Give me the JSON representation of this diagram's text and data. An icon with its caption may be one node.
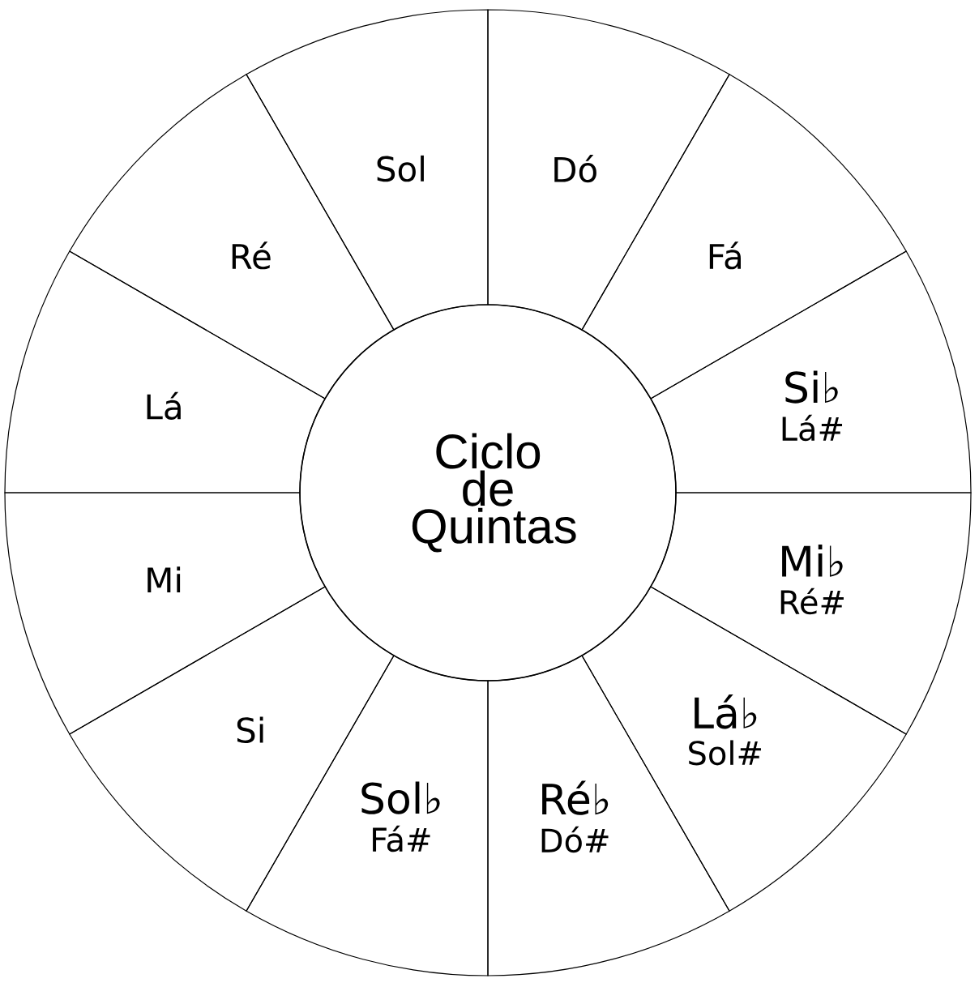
{
  "diagram": {
    "nodes": [
      {
        "text": [
          "Ciclo de Quintas"
        ]
      },
      {
        "text": [
          "Dó"
        ]
      },
      {
        "text": [
          "Fá"
        ]
      },
      {
        "text": [
          "Si♭",
          "Lá#"
        ]
      },
      {
        "text": [
          "Mi♭",
          "Ré#"
        ]
      },
      {
        "text": [
          "Lá♭",
          "Sol#"
        ]
      },
      {
        "text": [
          "Ré♭",
          "Dó#"
        ]
      },
      {
        "text": [
          "Sol♭",
          "Fá#"
        ]
      },
      {
        "text": [
          "Si"
        ]
      },
      {
        "text": [
          "Mi"
        ]
      },
      {
        "text": [
          "Lá"
        ]
      },
      {
        "text": [
          "Ré"
        ]
      },
      {
        "text": [
          "Sol"
        ]
      }
    ]
  }
}
